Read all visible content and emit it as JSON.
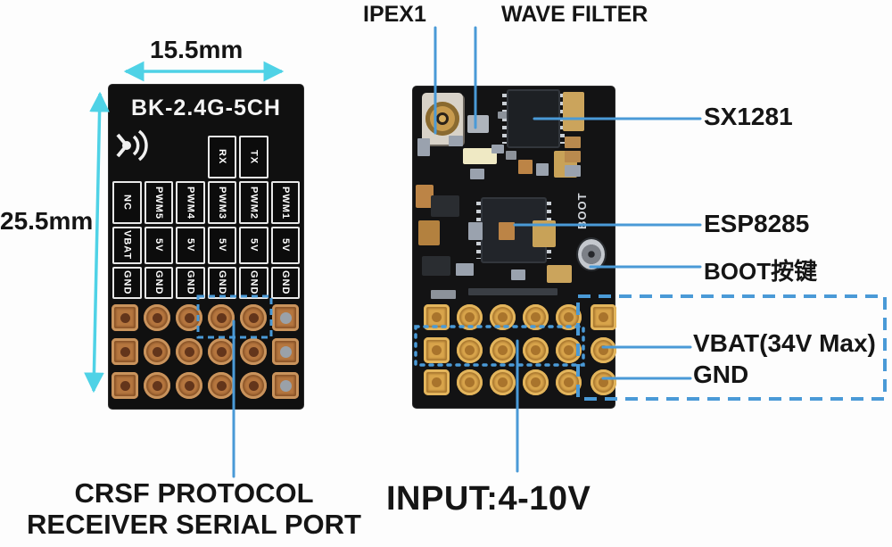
{
  "annotations": {
    "ipex1": "IPEX1",
    "wave_filter": "WAVE FILTER",
    "sx1281": "SX1281",
    "esp8285": "ESP8285",
    "boot_button": "BOOT按键",
    "vbat": "VBAT(34V Max)",
    "gnd": "GND",
    "input": "INPUT:4-10V",
    "crsf_line1": "CRSF PROTOCOL",
    "crsf_line2": "RECEIVER SERIAL PORT"
  },
  "dimensions": {
    "width_label": "15.5mm",
    "height_label": "25.5mm"
  },
  "left_board": {
    "title": "BK-2.4G-5CH",
    "pin_columns": [
      {
        "header": "",
        "cells": [
          "NC",
          "VBAT",
          "GND"
        ]
      },
      {
        "header": "",
        "cells": [
          "PWM5",
          "5V",
          "GND"
        ]
      },
      {
        "header": "",
        "cells": [
          "PWM4",
          "5V",
          "GND"
        ]
      },
      {
        "header": "RX",
        "cells": [
          "PWM3",
          "5V",
          "GND"
        ]
      },
      {
        "header": "TX",
        "cells": [
          "PWM2",
          "5V",
          "GND"
        ]
      },
      {
        "header": "",
        "cells": [
          "PWM1",
          "5V",
          "GND"
        ]
      }
    ]
  },
  "right_board": {
    "boot_silkscreen": "BOOT"
  },
  "colors": {
    "dimension_arrow": "#4fd2e6",
    "annotation_line": "#4a9ad7",
    "board": "#101010",
    "pad_copper_left": "#b5763f",
    "pad_gold_right": "#d8a44b",
    "text": "#151515"
  }
}
